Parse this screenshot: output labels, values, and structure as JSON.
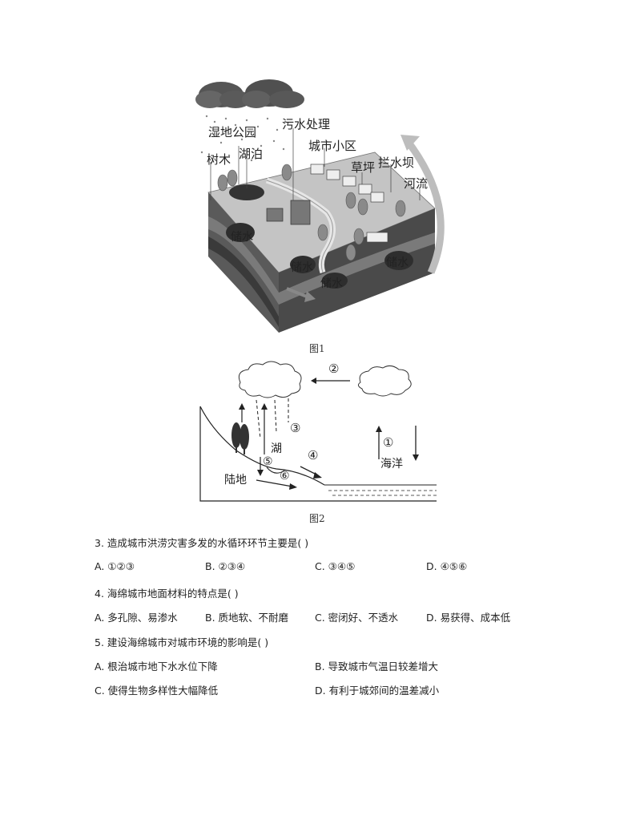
{
  "figure1": {
    "caption": "图1",
    "labels": {
      "wetland_park": "湿地公园",
      "sewage": "污水处理",
      "trees": "树木",
      "lake": "湖泊",
      "community": "城市小区",
      "lawn": "草坪",
      "dam": "拦水坝",
      "river": "河流",
      "storage_1": "储水",
      "storage_2": "储水",
      "storage_3": "储水",
      "storage_4": "储水"
    }
  },
  "figure2": {
    "caption": "图2",
    "labels": {
      "n1": "①",
      "n2": "②",
      "n3": "③",
      "n4": "④",
      "n5": "⑤",
      "n6": "⑥",
      "lake": "湖",
      "land": "陆地",
      "ocean": "海洋"
    }
  },
  "questions": [
    {
      "stem": "3. 造成城市洪涝灾害多发的水循环环节主要是( )",
      "options": [
        "A. ①②③",
        "B. ②③④",
        "C. ③④⑤",
        "D. ④⑤⑥"
      ]
    },
    {
      "stem": "4. 海绵城市地面材料的特点是( )",
      "options": [
        "A. 多孔隙、易渗水",
        "B. 质地软、不耐磨",
        "C. 密闭好、不透水",
        "D. 易获得、成本低"
      ]
    },
    {
      "stem": "5. 建设海绵城市对城市环境的影响是( )",
      "options": [
        "A. 根治城市地下水水位下降",
        "B. 导致城市气温日较差增大",
        "C. 使得生物多样性大幅降低",
        "D. 有利于城郊间的温差减小"
      ]
    }
  ]
}
